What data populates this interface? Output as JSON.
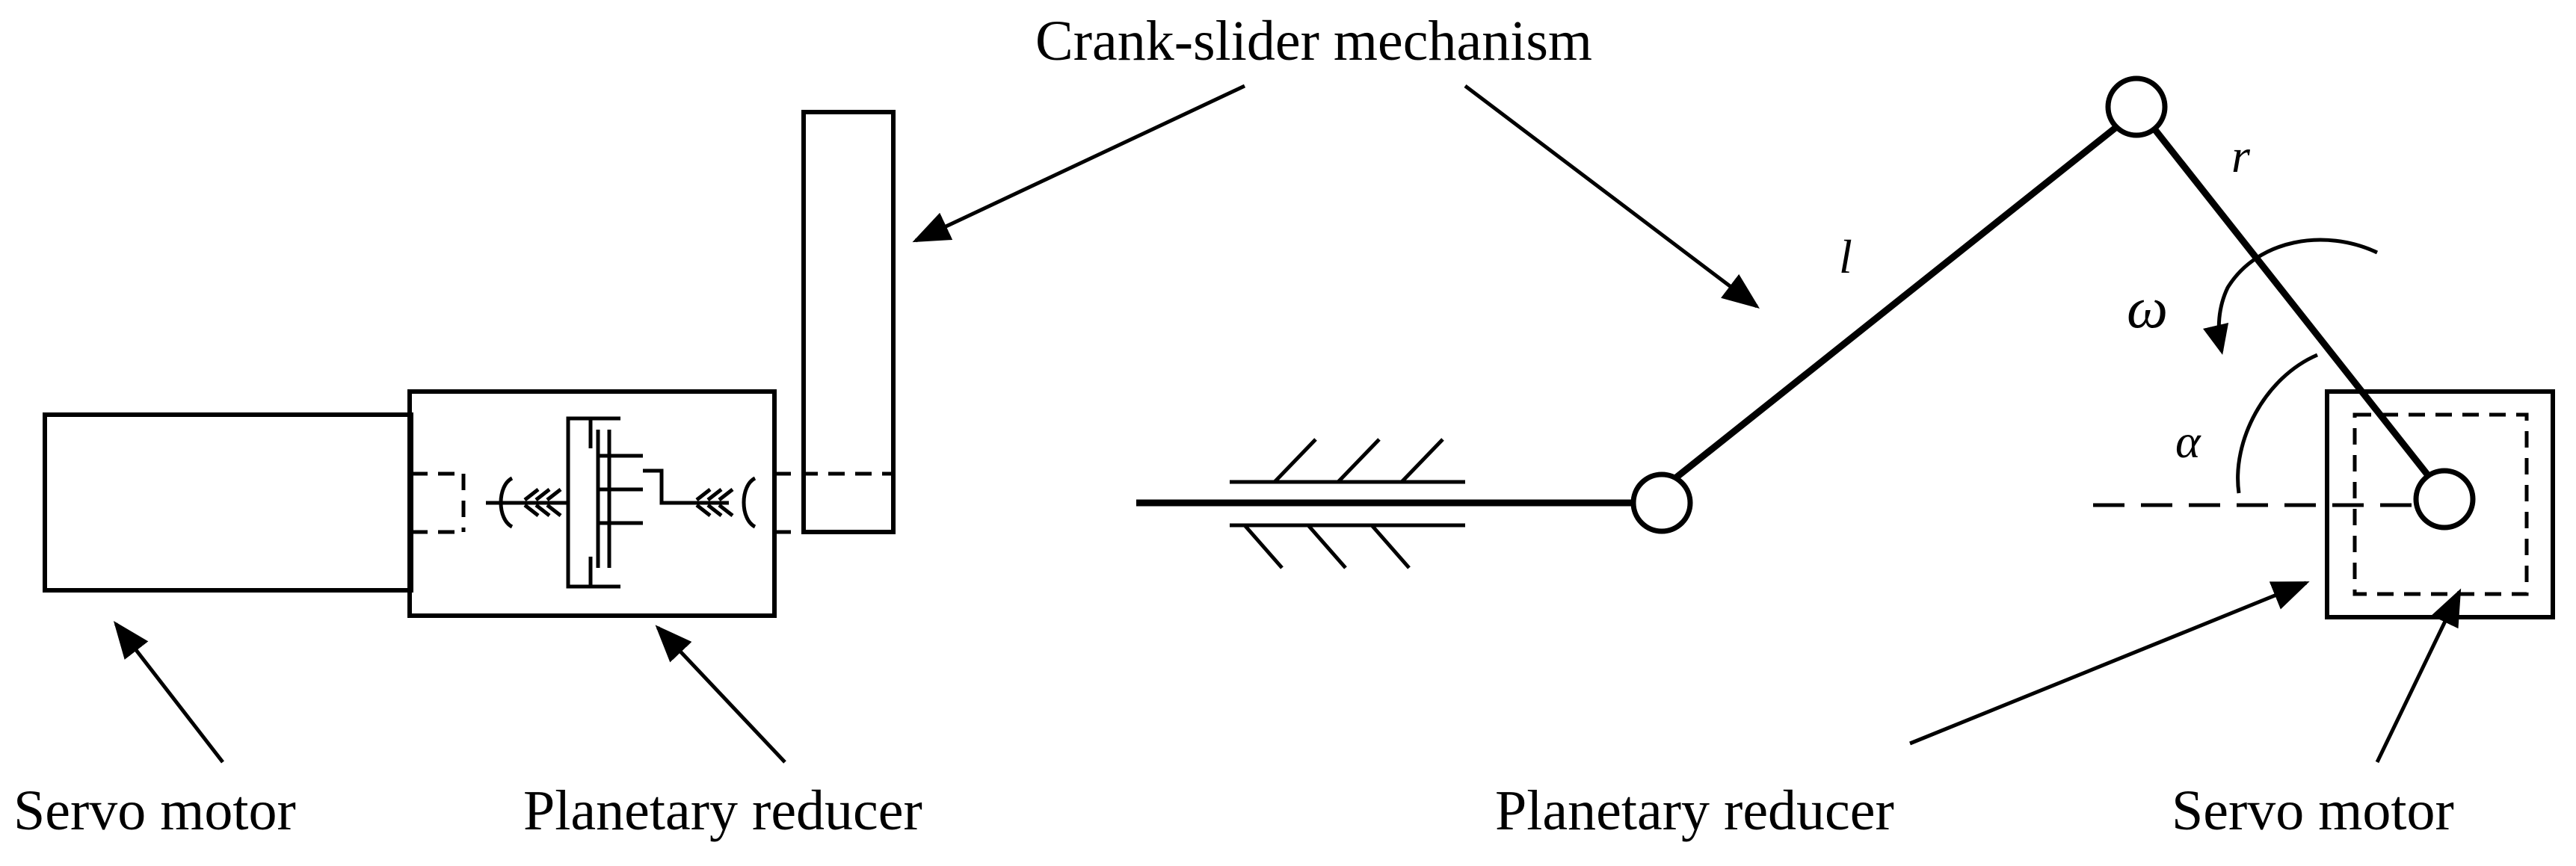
{
  "labels": {
    "crank_slider": "Crank-slider mechanism",
    "servo_motor_left": "Servo motor",
    "planetary_reducer_left": "Planetary reducer",
    "planetary_reducer_right": "Planetary reducer",
    "servo_motor_right": "Servo motor"
  },
  "symbols": {
    "l": "l",
    "r": "r",
    "omega": "ω",
    "alpha": "α"
  },
  "colors": {
    "line": "#000000",
    "background": "#ffffff"
  }
}
